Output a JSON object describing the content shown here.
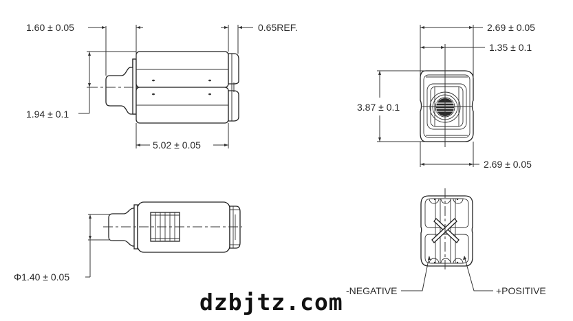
{
  "views": {
    "side_view": {
      "dim_tip_length": "1.60 ± 0.05",
      "dim_ref_cap": "0.65REF.",
      "dim_half_height": "1.94 ± 0.1",
      "dim_body_length": "5.02 ± 0.05"
    },
    "end_view": {
      "dim_width_top": "2.69 ± 0.05",
      "dim_center_offset": "1.35 ± 0.1",
      "dim_height": "3.87 ± 0.1",
      "dim_width_bottom": "2.69 ± 0.05"
    },
    "top_view": {
      "dim_tip_diameter": "Φ1.40 ± 0.05"
    },
    "terminal_view": {
      "label_negative": "-NEGATIVE",
      "label_positive": "+POSITIVE"
    }
  },
  "watermark": "dzbjtz.com",
  "colors": {
    "line": "#333333",
    "text": "#2a2a2a",
    "background": "#ffffff"
  }
}
